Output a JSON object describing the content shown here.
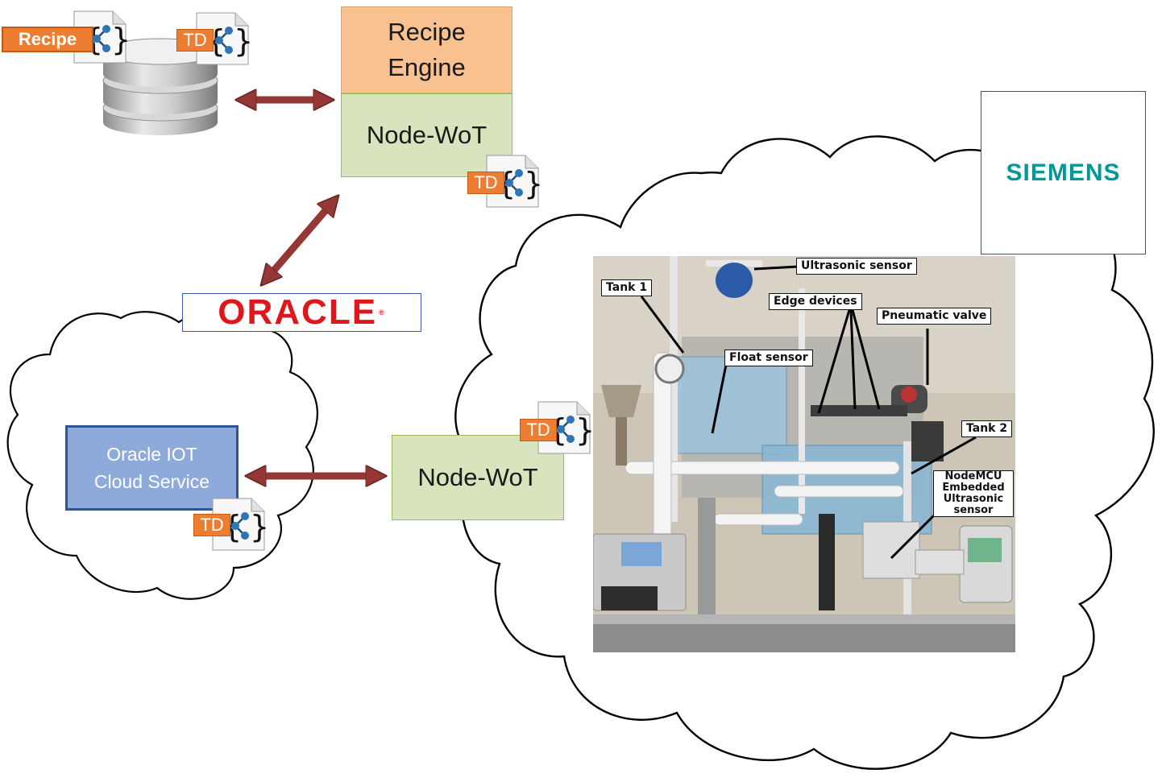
{
  "recipe_tag": "Recipe",
  "td_label": "TD",
  "recipe_engine": {
    "line1": "Recipe",
    "line2": "Engine"
  },
  "node_wot_top": "Node-WoT",
  "node_wot_mid": "Node-WoT",
  "oracle_logo": {
    "text": "ORACLE",
    "mark": "®"
  },
  "oracle_iot": {
    "line1": "Oracle IOT",
    "line2": "Cloud Service"
  },
  "siemens_logo": "SIEMENS",
  "photo_labels": {
    "ultrasonic_sensor": "Ultrasonic sensor",
    "tank1": "Tank 1",
    "edge_devices": "Edge devices",
    "pneumatic_valve": "Pneumatic valve",
    "float_sensor": "Float sensor",
    "tank2": "Tank 2",
    "nodemcu": [
      "NodeMCU",
      "Embedded",
      "Ultrasonic",
      "sensor"
    ]
  },
  "colors": {
    "arrow": "#953735",
    "td_orange": "#ed7d31",
    "node_wot_fill": "#d7e4bd",
    "recipe_engine_fill": "#f9c090",
    "oracle_red": "#e0161d",
    "siemens_teal": "#009999",
    "oracle_iot_fill": "#8eaadb"
  },
  "icons": [
    "database-icon",
    "json-ld-document-icon",
    "double-arrow-icon",
    "cloud-icon"
  ]
}
